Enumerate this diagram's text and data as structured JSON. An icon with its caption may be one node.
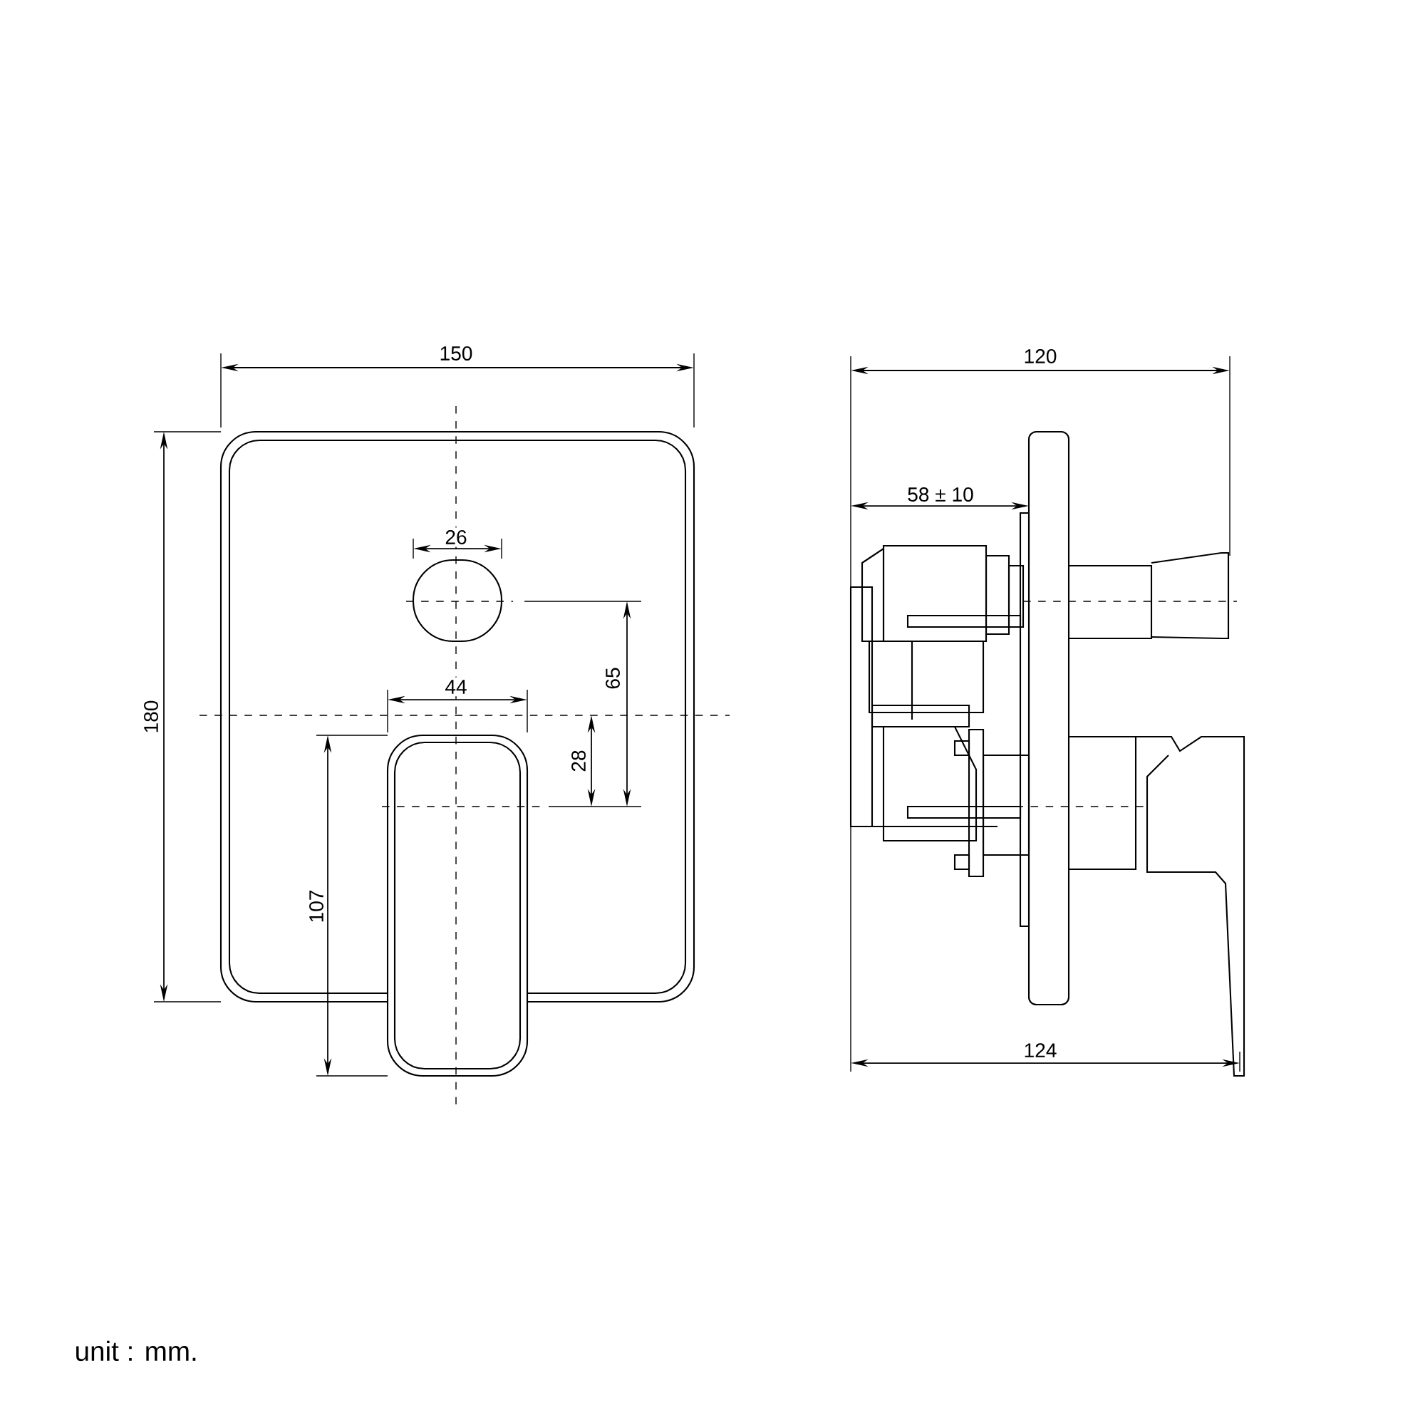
{
  "diagram": {
    "labels": [
      "150",
      "120",
      "58 ± 10",
      "26",
      "65",
      "44",
      "180",
      "28",
      "107",
      "124",
      "unit : mm."
    ]
  }
}
